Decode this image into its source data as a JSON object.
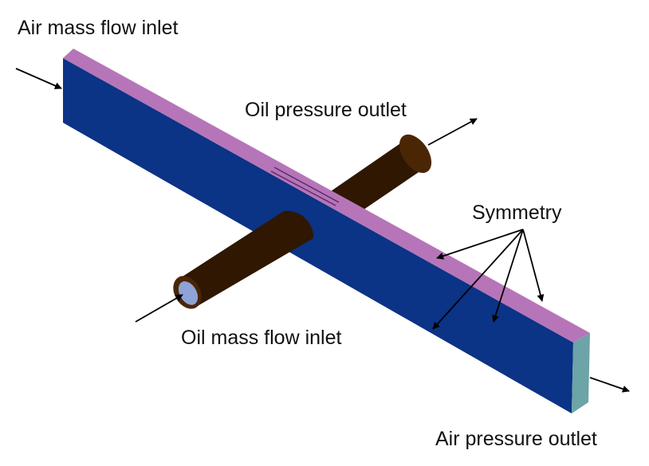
{
  "labels": {
    "air_inlet": "Air mass flow inlet",
    "oil_outlet": "Oil pressure outlet",
    "symmetry": "Symmetry",
    "oil_inlet": "Oil mass flow inlet",
    "air_outlet": "Air pressure outlet"
  },
  "colors": {
    "channel_front": "#0b3386",
    "channel_top": "#b675b8",
    "channel_end": "#6ca4a7",
    "pipe_body": "#5b2f06",
    "pipe_highlight": "#9b5b18",
    "pipe_inlet_face": "#8ea3d6",
    "arrow": "#000000"
  }
}
